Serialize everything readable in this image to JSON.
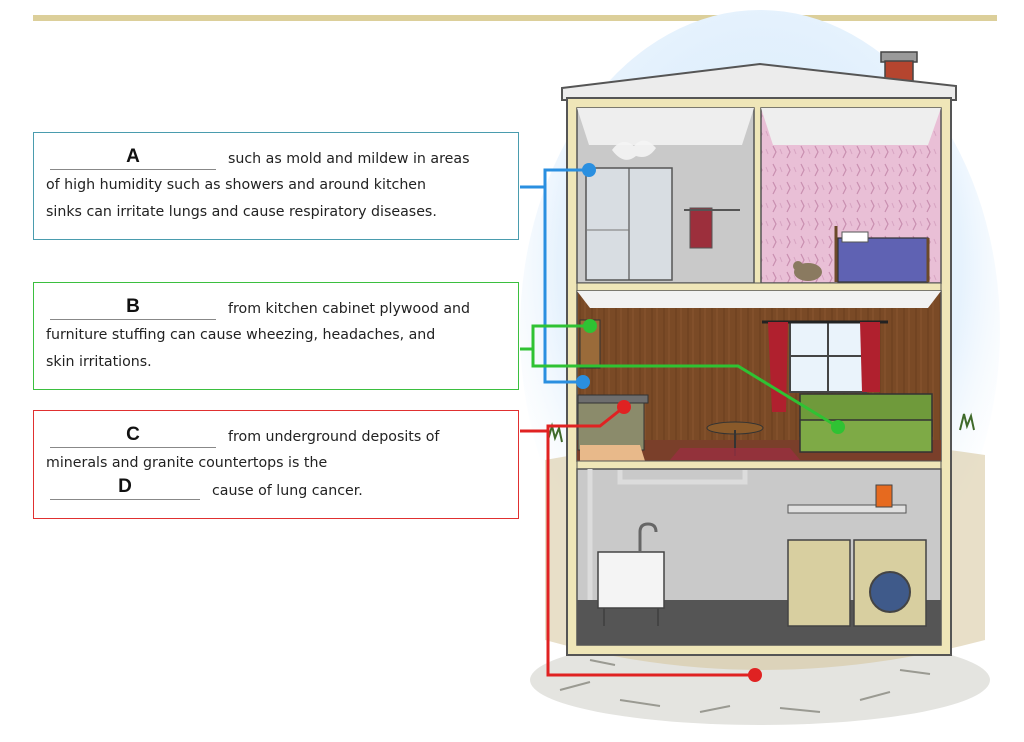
{
  "callouts": {
    "a": {
      "blank": "A",
      "lines": [
        "such as mold and mildew in areas",
        "of high humidity such as showers and around kitchen",
        "sinks can irritate lungs and cause respiratory diseases."
      ],
      "color": "#2a8fe0"
    },
    "b": {
      "blank": "B",
      "lines": [
        "from kitchen cabinet plywood and",
        "furniture stuffing can cause wheezing, headaches, and",
        "skin irritations."
      ],
      "color": "#2fc233"
    },
    "c": {
      "blank_c": "C",
      "blank_d": "D",
      "lines": [
        "from underground deposits of",
        "minerals and granite countertops is the",
        "cause of lung cancer."
      ],
      "color": "#e02222"
    }
  }
}
